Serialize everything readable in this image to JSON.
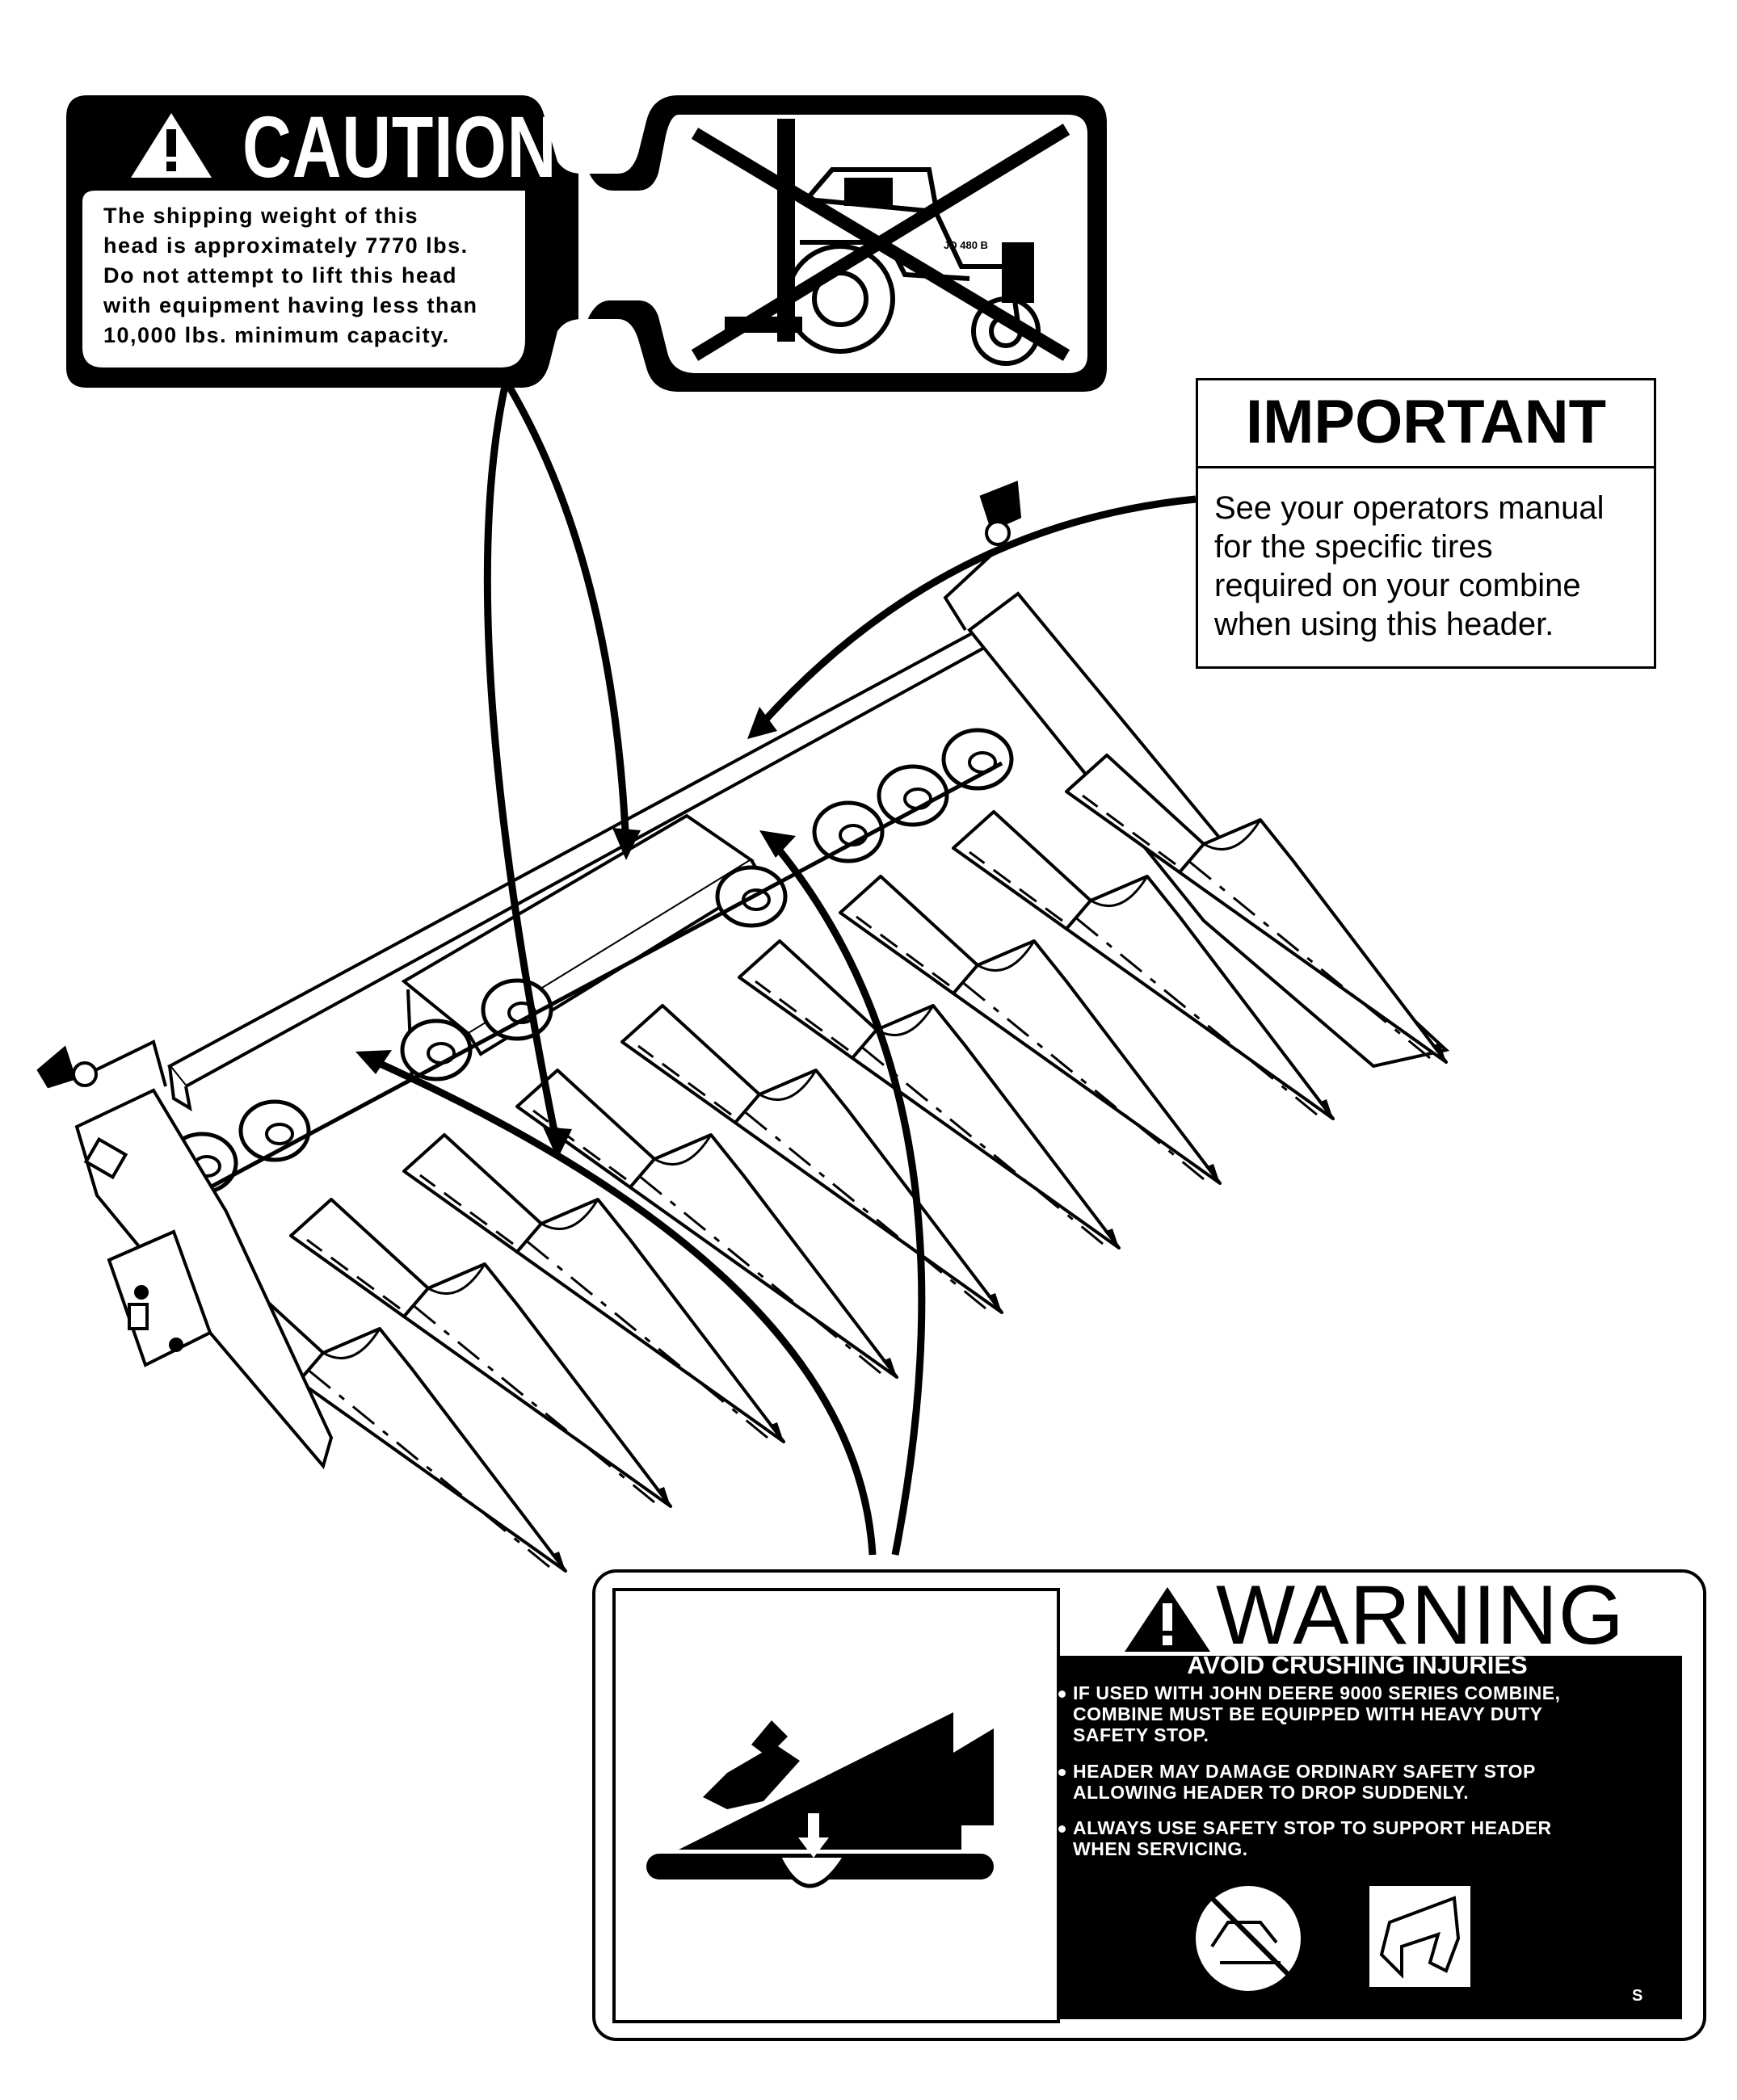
{
  "caution": {
    "title": "CAUTION",
    "lines": [
      "The shipping weight of this",
      "head is approximately 7770 lbs.",
      "Do not attempt to lift this head",
      "with equipment having less than",
      "10,000 lbs. minimum capacity."
    ],
    "tractor_label": "JD 480 B"
  },
  "important": {
    "title": "IMPORTANT",
    "lines": [
      "See your operators manual",
      "for the specific tires",
      "required on your combine",
      "when using this header."
    ]
  },
  "warning": {
    "title": "WARNING",
    "subtitle": "AVOID CRUSHING INJURIES",
    "lines": [
      "IF USED WITH JOHN DEERE 9000 SERIES COMBINE,",
      "COMBINE MUST BE EQUIPPED WITH HEAVY DUTY",
      "SAFETY STOP.",
      "HEADER MAY DAMAGE ORDINARY SAFETY STOP",
      "ALLOWING HEADER TO DROP SUDDENLY.",
      "ALWAYS USE SAFETY STOP TO SUPPORT HEADER",
      "WHEN SERVICING."
    ],
    "code": "S"
  }
}
